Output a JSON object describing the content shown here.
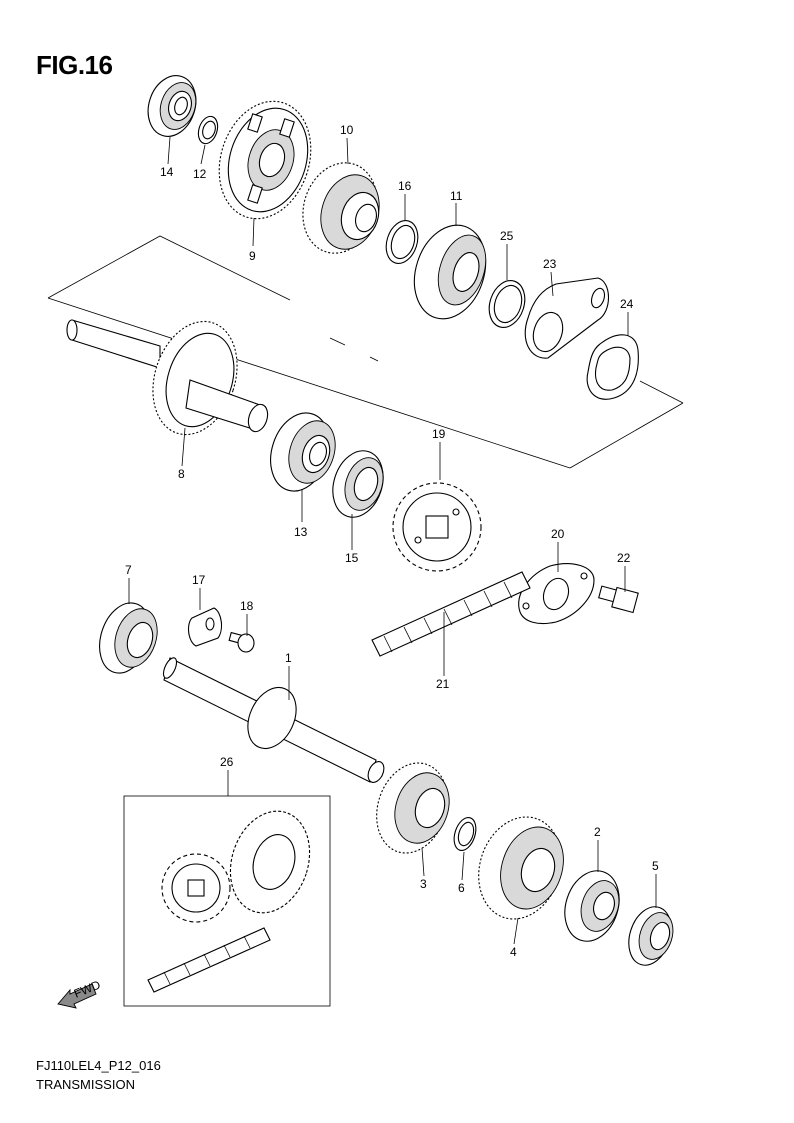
{
  "figure": {
    "title": "FIG.16"
  },
  "footer": {
    "code": "FJ110LEL4_P12_016",
    "title": "TRANSMISSION"
  },
  "fwd_label": "FWD",
  "parts": [
    {
      "id": "p14",
      "label": "14"
    },
    {
      "id": "p12",
      "label": "12"
    },
    {
      "id": "p9",
      "label": "9"
    },
    {
      "id": "p10",
      "label": "10"
    },
    {
      "id": "p16",
      "label": "16"
    },
    {
      "id": "p11",
      "label": "11"
    },
    {
      "id": "p25",
      "label": "25"
    },
    {
      "id": "p23",
      "label": "23"
    },
    {
      "id": "p24",
      "label": "24"
    },
    {
      "id": "p8",
      "label": "8"
    },
    {
      "id": "p13",
      "label": "13"
    },
    {
      "id": "p15",
      "label": "15"
    },
    {
      "id": "p19",
      "label": "19"
    },
    {
      "id": "p20",
      "label": "20"
    },
    {
      "id": "p22",
      "label": "22"
    },
    {
      "id": "p21",
      "label": "21"
    },
    {
      "id": "p7",
      "label": "7"
    },
    {
      "id": "p17",
      "label": "17"
    },
    {
      "id": "p18",
      "label": "18"
    },
    {
      "id": "p1",
      "label": "1"
    },
    {
      "id": "p26",
      "label": "26"
    },
    {
      "id": "p3",
      "label": "3"
    },
    {
      "id": "p6",
      "label": "6"
    },
    {
      "id": "p2",
      "label": "2"
    },
    {
      "id": "p5",
      "label": "5"
    },
    {
      "id": "p4",
      "label": "4"
    }
  ]
}
